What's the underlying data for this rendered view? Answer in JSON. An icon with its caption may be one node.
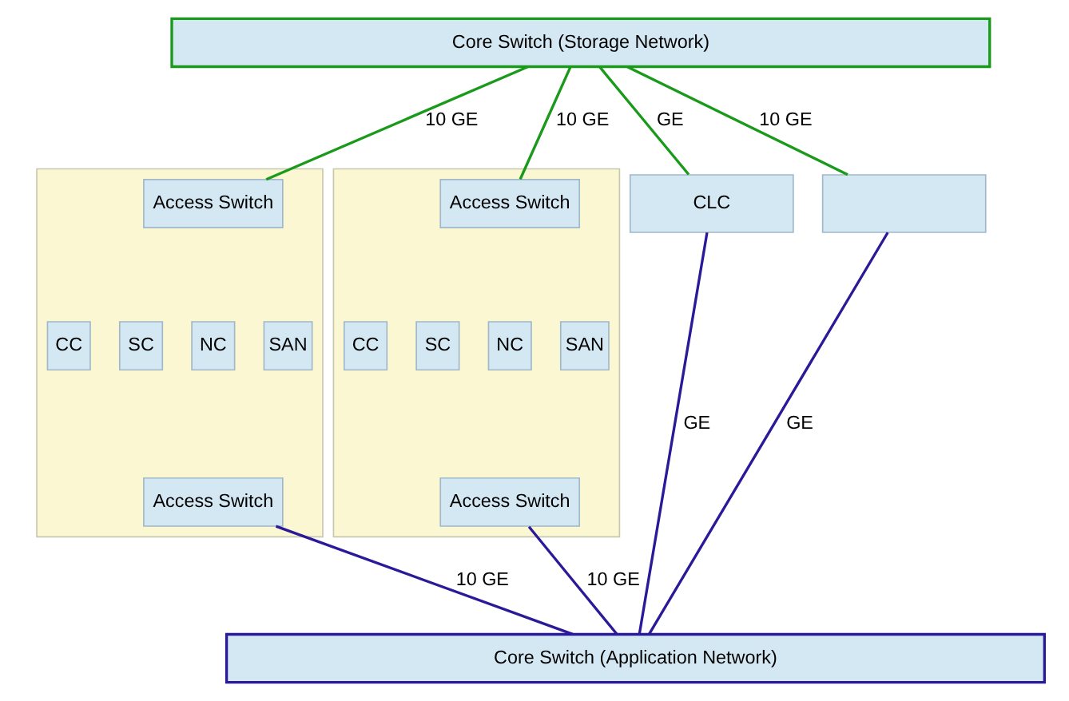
{
  "diagram": {
    "nodes": [
      {
        "text": [
          "Core Switch (Storage Network)"
        ]
      },
      {
        "text": [
          "CLC"
        ]
      },
      {
        "text": [],
        "shape": "box"
      },
      {
        "text": [],
        "shape": "box"
      },
      {
        "text": [
          "Access Switch"
        ],
        "in": 3
      },
      {
        "text": [
          "CC"
        ],
        "in": 3
      },
      {
        "text": [
          "SC"
        ],
        "in": 3
      },
      {
        "text": [
          "NC"
        ],
        "in": 3
      },
      {
        "text": [
          "SAN"
        ],
        "in": 3
      },
      {
        "text": [
          "Access Switch"
        ],
        "in": 3
      },
      {
        "text": [],
        "shape": "box"
      },
      {
        "text": [
          "Access Switch"
        ],
        "in": 10
      },
      {
        "text": [
          "CC"
        ],
        "in": 10
      },
      {
        "text": [
          "SC"
        ],
        "in": 10
      },
      {
        "text": [
          "NC"
        ],
        "in": 10
      },
      {
        "text": [
          "SAN"
        ],
        "in": 10
      },
      {
        "text": [
          "Access Switch"
        ],
        "in": 10
      },
      {
        "text": [
          "Core Switch (Application Network)"
        ]
      }
    ],
    "edges": [
      {
        "from": 0,
        "to": 1,
        "arrow": "none",
        "label": "GE",
        "color": "#1a9a1a"
      },
      {
        "from": 0,
        "to": 2,
        "arrow": "none",
        "label": "10 GE",
        "color": "#1a9a1a"
      },
      {
        "from": 0,
        "to": 4,
        "arrow": "none",
        "label": "10 GE",
        "color": "#1a9a1a"
      },
      {
        "from": 0,
        "to": 11,
        "arrow": "none",
        "label": "10 GE",
        "color": "#1a9a1a"
      },
      {
        "from": 1,
        "to": 17,
        "arrow": "none",
        "label": "GE",
        "color": "#2a1a9a"
      },
      {
        "from": 2,
        "to": 17,
        "arrow": "none",
        "label": "GE",
        "color": "#2a1a9a"
      },
      {
        "from": 9,
        "to": 17,
        "arrow": "none",
        "label": "10 GE",
        "color": "#2a1a9a"
      },
      {
        "from": 16,
        "to": 17,
        "arrow": "none",
        "label": "10 GE",
        "color": "#2a1a9a"
      }
    ]
  }
}
